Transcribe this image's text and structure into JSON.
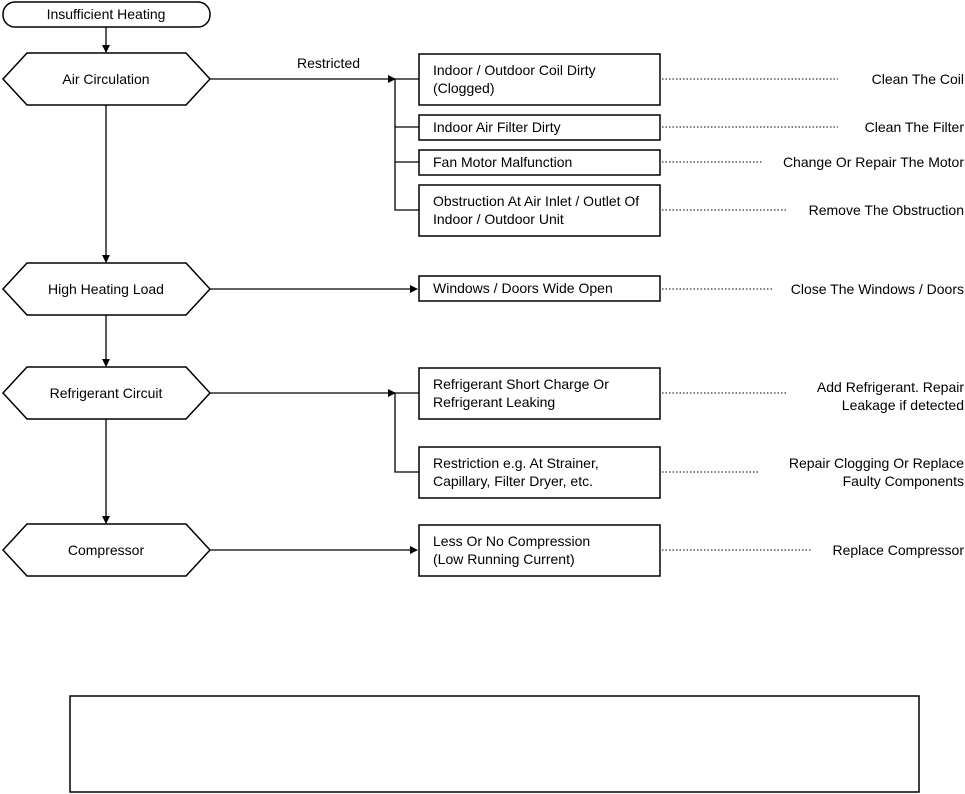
{
  "start": {
    "label": "Insufficient Heating"
  },
  "edge_label": "Restricted",
  "checks": [
    {
      "label": "Air Circulation",
      "causes": [
        {
          "lines": [
            "Indoor / Outdoor Coil Dirty",
            "(Clogged)"
          ],
          "remedy": [
            "Clean The Coil"
          ]
        },
        {
          "lines": [
            "Indoor Air Filter Dirty"
          ],
          "remedy": [
            "Clean The Filter"
          ]
        },
        {
          "lines": [
            "Fan Motor Malfunction"
          ],
          "remedy": [
            "Change Or Repair The Motor"
          ]
        },
        {
          "lines": [
            "Obstruction At Air Inlet / Outlet Of",
            "Indoor / Outdoor Unit"
          ],
          "remedy": [
            "Remove The Obstruction"
          ]
        }
      ]
    },
    {
      "label": "High Heating Load",
      "causes": [
        {
          "lines": [
            "Windows / Doors Wide Open"
          ],
          "remedy": [
            "Close The Windows / Doors"
          ]
        }
      ]
    },
    {
      "label": "Refrigerant Circuit",
      "causes": [
        {
          "lines": [
            "Refrigerant Short Charge Or",
            "Refrigerant Leaking"
          ],
          "remedy": [
            "Add Refrigerant. Repair",
            "Leakage if detected"
          ]
        },
        {
          "lines": [
            "Restriction e.g. At Strainer,",
            "Capillary, Filter Dryer, etc."
          ],
          "remedy": [
            "Repair Clogging Or Replace",
            "Faulty Components"
          ]
        }
      ]
    },
    {
      "label": "Compressor",
      "causes": [
        {
          "lines": [
            "Less Or No Compression",
            "(Low Running Current)"
          ],
          "remedy": [
            "Replace Compressor"
          ]
        }
      ]
    }
  ]
}
